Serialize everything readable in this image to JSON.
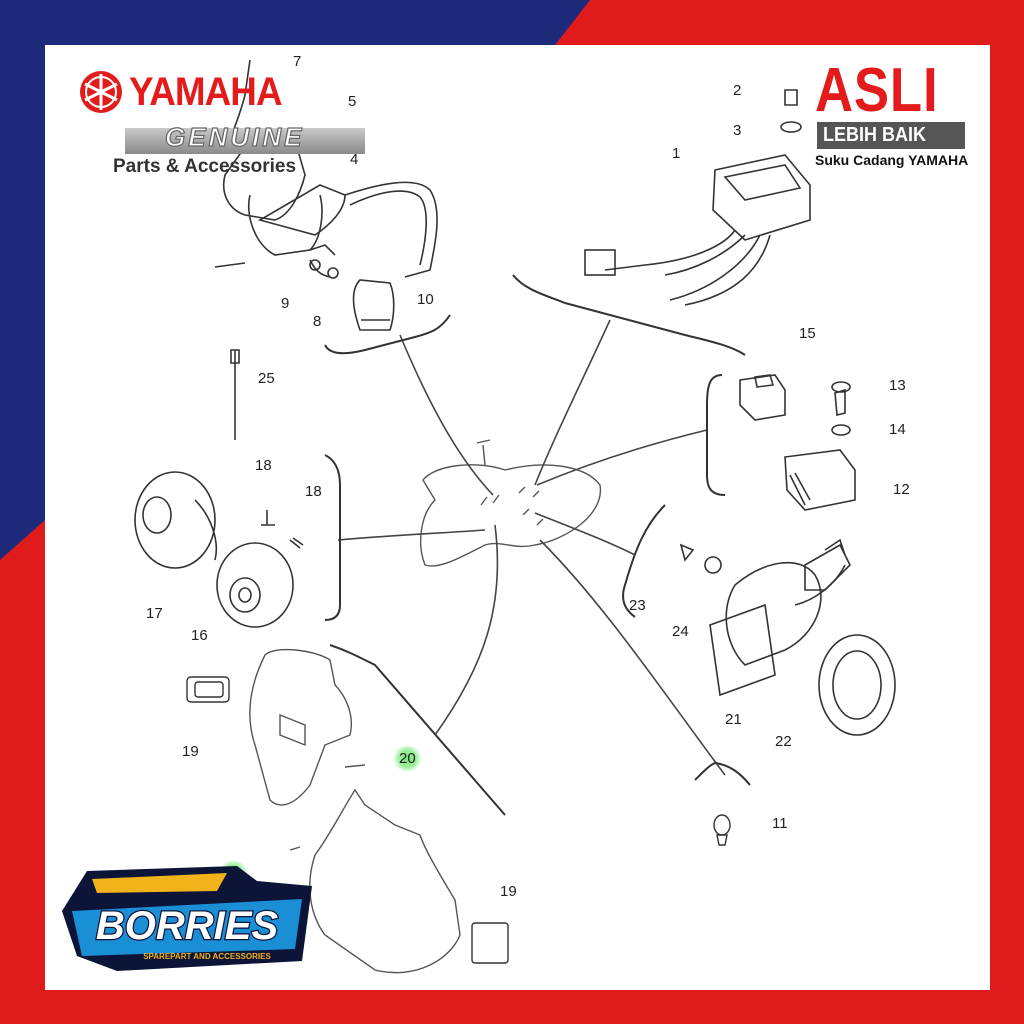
{
  "header_left": {
    "brand": "YAMAHA",
    "genuine": "GENUINE",
    "subtitle": "Parts & Accessories"
  },
  "header_right": {
    "asli": "ASLI",
    "lebih": "LEBIH BAIK",
    "suku": "Suku Cadang YAMAHA"
  },
  "badge": {
    "name": "BORRIES",
    "tagline": "SPAREPART AND ACCESSORIES"
  },
  "callouts": [
    {
      "id": "c7",
      "label": "7"
    },
    {
      "id": "c5",
      "label": "5"
    },
    {
      "id": "c4",
      "label": "4"
    },
    {
      "id": "c9",
      "label": "9"
    },
    {
      "id": "c8",
      "label": "8"
    },
    {
      "id": "c10",
      "label": "10"
    },
    {
      "id": "c2",
      "label": "2"
    },
    {
      "id": "c3",
      "label": "3"
    },
    {
      "id": "c1",
      "label": "1"
    },
    {
      "id": "c15",
      "label": "15"
    },
    {
      "id": "c13",
      "label": "13"
    },
    {
      "id": "c14",
      "label": "14"
    },
    {
      "id": "c12",
      "label": "12"
    },
    {
      "id": "c25",
      "label": "25"
    },
    {
      "id": "c18a",
      "label": "18"
    },
    {
      "id": "c18b",
      "label": "18"
    },
    {
      "id": "c17",
      "label": "17"
    },
    {
      "id": "c16",
      "label": "16"
    },
    {
      "id": "c23",
      "label": "23"
    },
    {
      "id": "c24",
      "label": "24"
    },
    {
      "id": "c21",
      "label": "21"
    },
    {
      "id": "c22",
      "label": "22"
    },
    {
      "id": "c19a",
      "label": "19"
    },
    {
      "id": "c20a",
      "label": "20"
    },
    {
      "id": "c11",
      "label": "11"
    },
    {
      "id": "c20b",
      "label": "20"
    },
    {
      "id": "c19b",
      "label": "19"
    }
  ],
  "colors": {
    "frame_red": "#e01b1b",
    "frame_blue": "#1d2a7a",
    "brand_red": "#e31b1b",
    "highlight_green": "#8de88d"
  }
}
